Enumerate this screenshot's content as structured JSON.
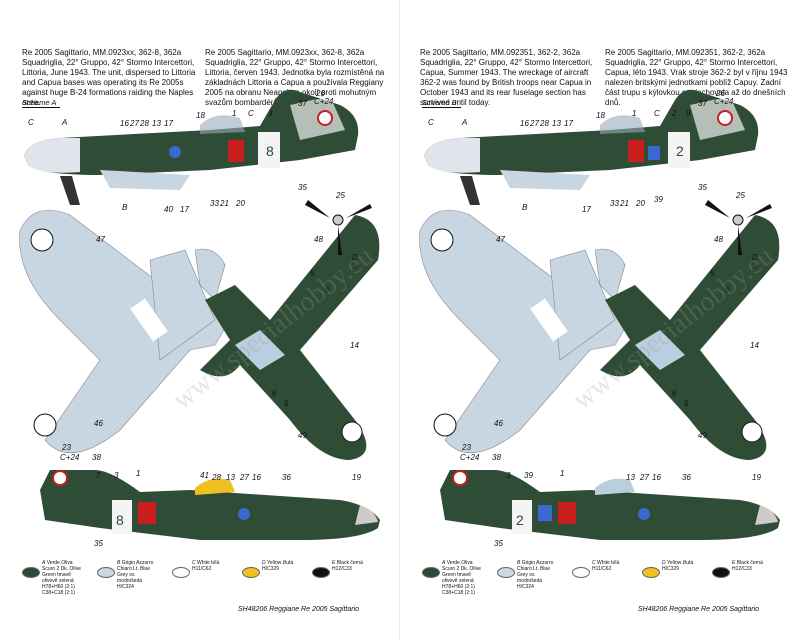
{
  "schemeA": {
    "desc_en": "Re 2005 Sagittario, MM.0923xx, 362-8, 362a Squadriglia, 22° Gruppo, 42° Stormo Intercettori, Littoria, June 1943. The unit, dispersed to Littoria and Capua bases was operating its Re 2005s against huge B-24 formations raiding the Naples area.",
    "desc_cz": "Re 2005 Sagittario, MM.0923xx, 362-8, 362a Squadriglia, 22° Gruppo, 42° Stormo Intercettori, Littoria, červen 1943. Jednotka byla rozmístěná na základnách Littoria a Capua a používala Reggiany 2005 na obranu Neapole a okolí proti mohutným svazům bombardérů B-24.",
    "label": "Scheme A",
    "fuselage_code": "8"
  },
  "schemeB": {
    "desc_en": "Re 2005 Sagittario, MM.092351, 362-2, 362a Squadriglia, 22° Gruppo, 42° Stormo Intercettori, Capua, Summer 1943. The wreckage of aircraft 362-2 was found by British troops near Capua in October 1943 and its rear fuselage section has survived until today.",
    "desc_cz": "Re 2005 Sagittario, MM.092351, 362-2, 362a Squadriglia, 22° Gruppo, 42° Stormo Intercettori, Capua, léto 1943. Vrak stroje 362-2 byl v říjnu 1943 nalezen britskými jednotkami poblíž Capuy. Zadní část trupu s kýlovkou se dochovala až do dnešních dnů.",
    "label": "Scheme B",
    "fuselage_code": "2"
  },
  "callouts": {
    "c1": "C",
    "c2": "A",
    "c3": "16",
    "c4": "27",
    "c5": "28",
    "c6": "13",
    "c7": "17",
    "c8": "18",
    "c9": "1",
    "c10": "C",
    "c11": "3",
    "c12": "37",
    "c13": "26",
    "c14": "C+24",
    "c15": "B",
    "c16": "40",
    "c17": "17",
    "c18": "33",
    "c19": "21",
    "c20": "20",
    "c21": "35",
    "c22": "25",
    "c23": "D",
    "c24": "E",
    "c25": "47",
    "c26": "48",
    "c27": "5",
    "c28": "6",
    "c29": "14",
    "c30": "46",
    "c31": "6",
    "c32": "5",
    "c33": "49",
    "c34": "23",
    "c35": "C+24",
    "c36": "38",
    "c37": "7",
    "c38": "3",
    "c39": "1",
    "c40": "41",
    "c41": "28",
    "c42": "13",
    "c43": "27",
    "c44": "16",
    "c45": "36",
    "c46": "19",
    "c47": "35",
    "c48": "2",
    "c49": "8",
    "c50": "39"
  },
  "legend": [
    {
      "letter": "A",
      "text": "Verde Oliva Scuro 2 Dk. Olive Green tmavě olivově zelená H78+H60 (2:1) C38+C18 (2:1)",
      "color": "#2e4a34"
    },
    {
      "letter": "B",
      "text": "Grigio Azzurro Chiaro Lt. Blue Grey sv. modrošedá H/C324",
      "color": "#c9d8e2"
    },
    {
      "letter": "C",
      "text": "White bílá H11/C62",
      "color": "#ffffff"
    },
    {
      "letter": "D",
      "text": "Yellow žlutá H/C329",
      "color": "#f0c020"
    },
    {
      "letter": "E",
      "text": "Black černá H12/C33",
      "color": "#111111"
    }
  ],
  "footer": "SH48206 Reggiane Re 2005 Sagittario",
  "watermark": "www.specialhobby.eu",
  "colors": {
    "green": "#2f4d36",
    "blue": "#c7d6e0",
    "red": "#c81e1e"
  }
}
